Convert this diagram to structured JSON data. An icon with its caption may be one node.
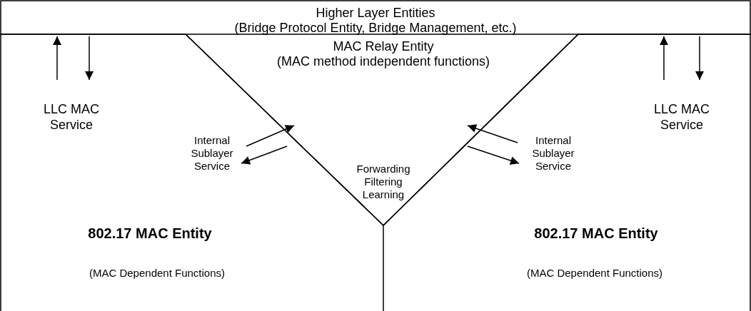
{
  "diagram": {
    "nodes": [
      {
        "text": [
          "Higher Layer Entities",
          "(Bridge Protocol Entity, Bridge Management, etc.)"
        ]
      },
      {
        "text": [
          "MAC Relay Entity",
          "(MAC method independent functions)",
          "Forwarding Filtering Learning"
        ]
      },
      {
        "text": [
          "802.17 MAC Entity",
          "(MAC Dependent Functions)"
        ]
      },
      {
        "text": [
          "802.17 MAC Entity",
          "(MAC Dependent Functions)"
        ]
      }
    ],
    "edges": [
      {
        "from": 2,
        "to": 0,
        "arrow": "to",
        "label": "LLC MAC Service"
      },
      {
        "from": 0,
        "to": 2,
        "arrow": "to"
      },
      {
        "from": 3,
        "to": 0,
        "arrow": "to",
        "label": "LLC MAC Service"
      },
      {
        "from": 0,
        "to": 3,
        "arrow": "to"
      },
      {
        "from": 2,
        "to": 1,
        "arrow": "to",
        "label": "Internal Sublayer Service"
      },
      {
        "from": 1,
        "to": 2,
        "arrow": "to"
      },
      {
        "from": 3,
        "to": 1,
        "arrow": "to",
        "label": "Internal Sublayer Service"
      },
      {
        "from": 1,
        "to": 3,
        "arrow": "to"
      }
    ]
  }
}
